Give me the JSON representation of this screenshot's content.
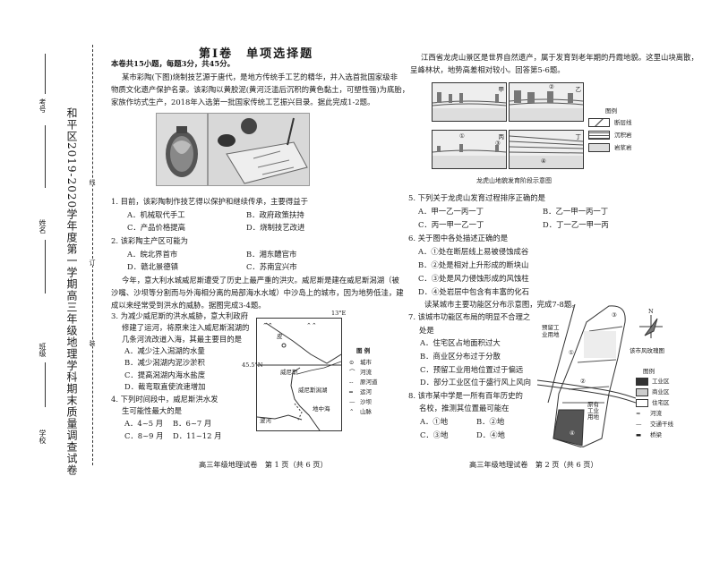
{
  "side_margin": {
    "exam_title": "和平区2019-2020学年度第一学期高三年级地理学科期末质量调查试卷",
    "fields": [
      {
        "label": "考号"
      },
      {
        "label": "姓名"
      },
      {
        "label": "班级"
      },
      {
        "label": "学校"
      }
    ],
    "binding_marks": [
      "线",
      "订",
      "装"
    ]
  },
  "page1": {
    "section_title": "第Ⅰ卷　单项选择题",
    "instructions": "本卷共15小题，每题3分，共45分。",
    "passage1": [
      "某市彩陶(下图)烧制技艺源于唐代，是地方传统手工艺的精华，并入选首批国家级非",
      "物质文化遗产保护名录。该彩陶以黄胶泥(黄河泛滥后沉积的黄色黏土，可塑性强)为底胎，",
      "家族作坊式生产，2018年入选第一批国家传统工艺振兴目录。据此完成1-2题。"
    ],
    "photo_alt": [
      "彩陶瓶",
      "彩陶绘制"
    ],
    "q1": {
      "stem": "1. 目前，该彩陶制作技艺得以保护和继续传承，主要得益于",
      "options": [
        "A．机械取代手工",
        "B．政府政策扶持",
        "C．产品价格提高",
        "D．烧制技艺改进"
      ]
    },
    "q2": {
      "stem": "2. 该彩陶主产区可能为",
      "options": [
        "A．皖北界首市",
        "B．湘东醴官市",
        "D．赣北景德镇",
        "C．苏南宜兴市"
      ]
    },
    "passage2": [
      "今年，意大利水城威尼斯遭受了历史上最严重的洪灾。威尼斯是建在威尼斯潟湖（被",
      "沙嘴、沙坝等分割而与外海相分离的局部海水水域）中沙岛上的城市，因为地势低洼，建",
      "成以来经常受到洪水的威胁。据图完成3-4题。"
    ],
    "q3": {
      "stem_lines": [
        "3. 为减少威尼斯的洪水威胁，意大利政府",
        "修建了运河，将原来注入威尼斯潟湖的",
        "几条河流改道入海，其最主要目的是"
      ],
      "options": [
        "A．减少注入潟湖的水量",
        "B．减少潟湖内泥沙淤积",
        "C．提高潟湖内海水盐度",
        "D．截弯取直使流速增加"
      ]
    },
    "q4": {
      "stem_lines": [
        "4. 下列时间段中，威尼斯洪水发",
        "生可能性最大的是"
      ],
      "options": [
        "A．4~5 月",
        "B．6~7 月",
        "C．8~9 月",
        "D．11~12 月"
      ]
    },
    "map": {
      "lon_label": "13°E",
      "lat_label": "45.5°N",
      "labels": {
        "river": "皮亚韦河",
        "venice": "威尼斯",
        "lagoon": "威尼斯潟湖",
        "sea": "地中海",
        "po": "波河"
      },
      "legend_title": "图 例",
      "legend": [
        "城市",
        "河流",
        "原河道",
        "运河",
        "沙坝",
        "山脉"
      ]
    },
    "footer": "高三年级地理试卷　第 1 页（共 6 页）"
  },
  "page2": {
    "passage": [
      "江西省龙虎山景区是世界自然遗产，属于发育到老年期的丹霞地貌。这里山块离散，",
      "呈峰林状，地势高差相对较小。回答第5-6题。"
    ],
    "diagram": {
      "panels": [
        "甲",
        "乙",
        "丙",
        "丁"
      ],
      "markers": [
        "①",
        "②",
        "③",
        "④"
      ],
      "caption": "龙虎山地貌发育阶段示意图",
      "legend_title": "图例",
      "legend": [
        "断层线",
        "沉积岩",
        "岩浆岩"
      ]
    },
    "q5": {
      "stem": "5. 下列关于龙虎山发育过程排序正确的是",
      "options": [
        "A．甲一乙一丙一丁",
        "B．乙一甲一丙一丁",
        "C．丙一甲一乙一丁",
        "D．丁一乙一甲一丙"
      ]
    },
    "q6": {
      "stem": "6. 关于图中各处描述正确的是",
      "options": [
        "A．①处在断层线上易被侵蚀成谷",
        "B．②处是相对上升形成的断块山",
        "C．③处是风力侵蚀形成的风蚀柱",
        "D．④处岩层中包含有丰富的化石"
      ]
    },
    "passage2": "读某城市主要功能区分布示意图，完成7-8题。",
    "q7": {
      "stem_lines": [
        "7. 该城市功能区布局的明显不合理之",
        "处是"
      ],
      "options": [
        "A．住宅区占地面积过大",
        "B．商业区分布过于分散",
        "C．预留工业用地位置过于偏远",
        "D．部分工业区位于盛行风上风向"
      ]
    },
    "q8": {
      "stem_lines": [
        "8. 该市某中学是一所有百年历史的",
        "名校，推测其位置最可能在"
      ],
      "options": [
        "A．①地",
        "B．②地",
        "C．③地",
        "D．④地"
      ]
    },
    "city_map": {
      "reserved_label": [
        "预留工",
        "业用地"
      ],
      "compass_n": "N",
      "wind_caption": "该市风玫瑰图",
      "other_industry": [
        "原有",
        "工业",
        "用地"
      ],
      "legend_title": "图例",
      "legend": [
        "工业区",
        "商业区",
        "住宅区",
        "河流",
        "交通干线",
        "桥梁"
      ]
    },
    "footer": "高三年级地理试卷　第 2 页（共 6 页）"
  }
}
